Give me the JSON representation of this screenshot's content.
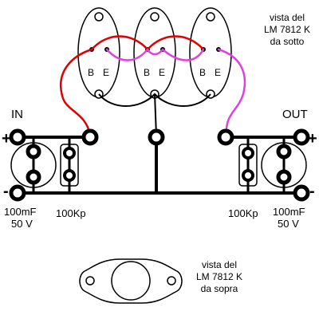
{
  "note_bottom_view": [
    "vista del",
    "LM 7812 K",
    "da sotto"
  ],
  "note_top_view": [
    "vista del",
    "LM 7812 K",
    "da sopra"
  ],
  "pin_labels": [
    "B",
    "E"
  ],
  "input_label": "IN",
  "output_label": "OUT",
  "plus_sign": "+",
  "minus_sign": "-",
  "electrolytic_in": [
    "100mF",
    "50 V"
  ],
  "electrolytic_out": [
    "100mF",
    "50 V"
  ],
  "ceramic_in": "100Kp",
  "ceramic_out": "100Kp",
  "colors": {
    "wire_red": "#e00000",
    "wire_magenta": "#e040e0",
    "wire_black": "#000000"
  }
}
